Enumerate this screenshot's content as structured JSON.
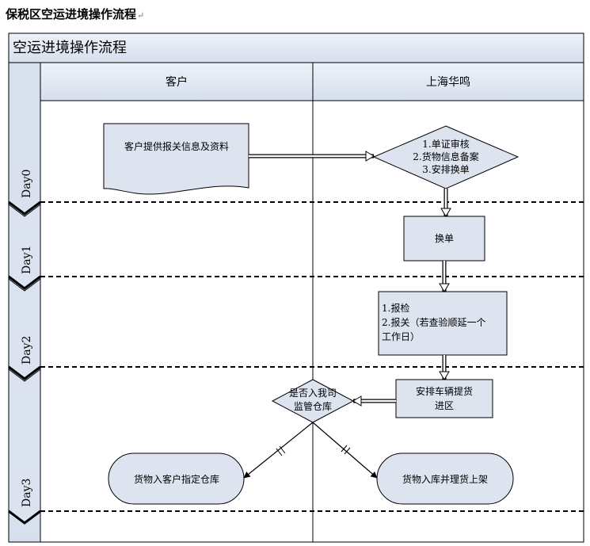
{
  "document": {
    "title": "保税区空运进境操作流程",
    "para_mark": "↵"
  },
  "diagram": {
    "title": "空运进境操作流程",
    "lanes": [
      "客户",
      "上海华鸣"
    ],
    "days": [
      "Day0",
      "Day1",
      "Day2",
      "Day3"
    ],
    "nodes": {
      "customer_docs": "客户提供报关信息及资料",
      "review": [
        "1.单证审核",
        "2.货物信息备案",
        "3.安排换单"
      ],
      "exchange": "换单",
      "declare": [
        "1.报检",
        "2.报关（若查验顺延一个",
        "工作日）"
      ],
      "delivery": [
        "安排车辆提货",
        "进区"
      ],
      "decision": [
        "是否入我司",
        "监管仓库"
      ],
      "customer_warehouse": "货物入客户指定仓库",
      "our_warehouse": "货物入库并理货上架"
    },
    "colors": {
      "fill": "#dde4f0",
      "header": "#dde4f0",
      "line": "#000000"
    }
  }
}
